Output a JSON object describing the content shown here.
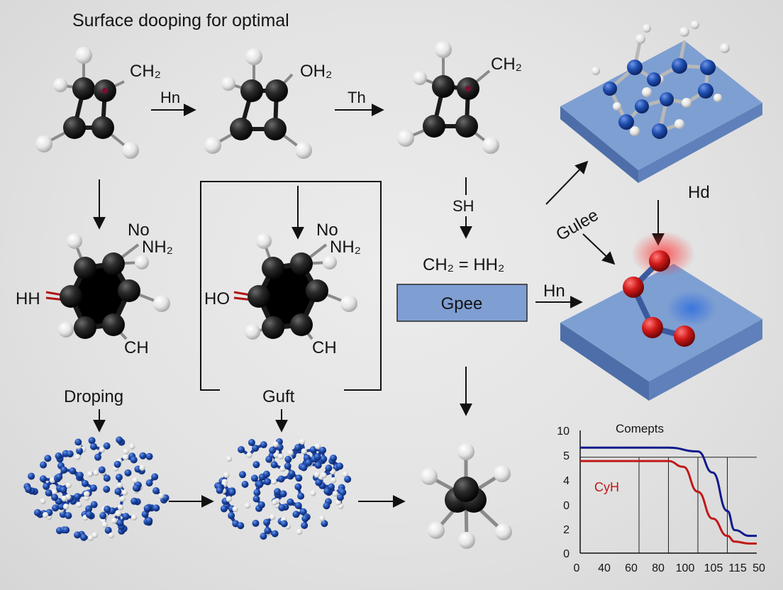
{
  "title": "Surface dooping for optimal",
  "molecule_labels": {
    "m1": "CH₂",
    "m2": "OH₂",
    "m3": "CH₂",
    "ring1_top": "No",
    "ring1_right": "NH₂",
    "ring1_left": "HH",
    "ring1_bottom": "CH",
    "ring2_top": "No",
    "ring2_right": "NH₂",
    "ring2_left": "HO",
    "ring2_bottom": "CH"
  },
  "arrow_labels": {
    "a1": "Hn",
    "a2": "Th",
    "sh": "SH",
    "hd": "Hd",
    "gulee": "Gulee",
    "hn2": "Hn"
  },
  "equation": "CH₂ = HH₂",
  "box_label": "Gpee",
  "section_labels": {
    "droping": "Droping",
    "guft": "Guft"
  },
  "colors": {
    "carbon": "#1a1a1a",
    "hydrogen": "#efefef",
    "nitrogen": "#1f4fb0",
    "oxygen": "#c81414",
    "surface": "#7e9fd2",
    "box_fill": "#7f9fd3",
    "series_blue": "#101a8c",
    "series_red": "#c01818"
  },
  "chart_data": {
    "type": "line",
    "title": "Comepts",
    "x_ticks": [
      "0",
      "40",
      "60",
      "80",
      "100",
      "105",
      "115",
      "50"
    ],
    "y_ticks": [
      "10",
      "5",
      "4",
      "0",
      "2",
      "0"
    ],
    "series": [
      {
        "name": "",
        "color": "#101a8c",
        "x": [
          0,
          40,
          60,
          80,
          90,
          100,
          105,
          115,
          120
        ],
        "y": [
          5.5,
          5.5,
          5.5,
          5.3,
          4.2,
          2.2,
          1.2,
          0.9,
          0.9
        ]
      },
      {
        "name": "CyH",
        "color": "#c01818",
        "x": [
          0,
          40,
          60,
          70,
          80,
          90,
          100,
          105,
          115,
          120
        ],
        "y": [
          4.8,
          4.8,
          4.8,
          4.5,
          3.2,
          1.8,
          0.9,
          0.6,
          0.5,
          0.5
        ]
      }
    ],
    "hline_y": 5,
    "vlines_x": [
      40,
      60,
      80,
      100
    ]
  }
}
